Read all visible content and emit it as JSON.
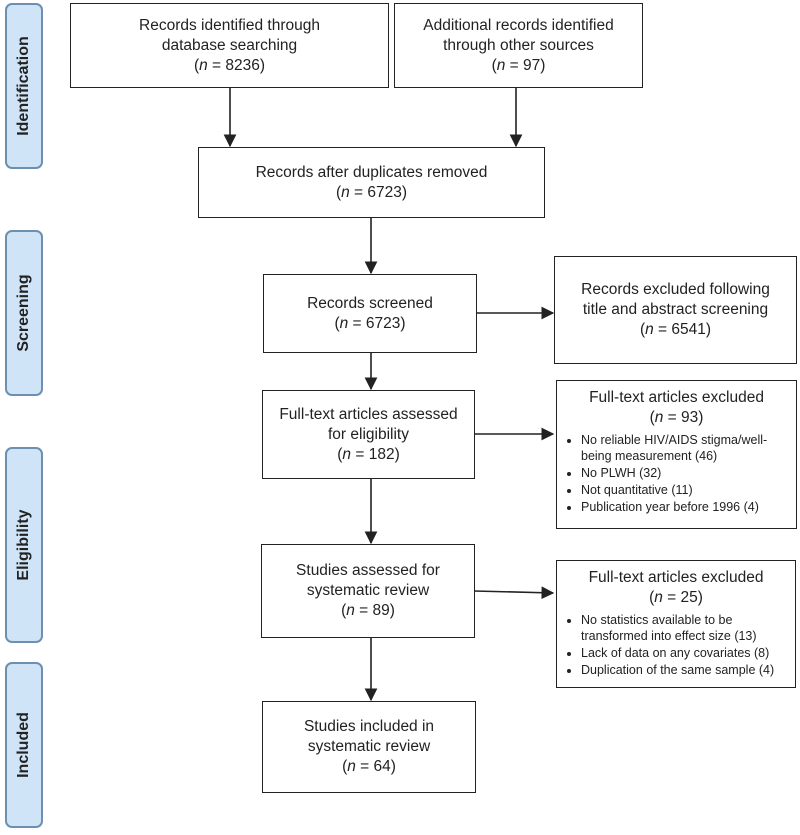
{
  "phases": [
    "Identification",
    "Screening",
    "Eligibility",
    "Included"
  ],
  "boxes": {
    "db_search": {
      "line1": "Records identified through",
      "line2": "database searching",
      "n": "n",
      "count": " = 8236)"
    },
    "other_sources": {
      "line1": "Additional records identified",
      "line2": "through other sources",
      "n": "n",
      "count": " = 97)"
    },
    "duplicates_removed": {
      "line1": "Records after duplicates removed",
      "n": "n",
      "count": " = 6723)"
    },
    "screened": {
      "line1": "Records screened",
      "n": "n",
      "count": " = 6723)"
    },
    "excluded_screening": {
      "line1": "Records excluded following",
      "line2": "title and abstract screening",
      "n": "n",
      "count": " = 6541)"
    },
    "fulltext_assessed": {
      "line1": "Full-text articles assessed",
      "line2": "for eligibility",
      "n": "n",
      "count": " = 182)"
    },
    "fulltext_excluded_1": {
      "title": "Full-text articles excluded",
      "n": "n",
      "count": " = 93)",
      "reasons": [
        "No reliable HIV/AIDS stigma/well-being measurement (46)",
        "No PLWH (32)",
        "Not quantitative (11)",
        "Publication year before 1996 (4)"
      ]
    },
    "studies_assessed": {
      "line1": "Studies assessed for",
      "line2": "systematic review",
      "n": "n",
      "count": " = 89)"
    },
    "fulltext_excluded_2": {
      "title": "Full-text articles excluded",
      "n": "n",
      "count": " = 25)",
      "reasons": [
        "No statistics available to be transformed into effect size (13)",
        "Lack of data on any covariates (8)",
        "Duplication of the same sample (4)"
      ]
    },
    "included": {
      "line1": "Studies included in",
      "line2": "systematic review",
      "n": "n",
      "count": " = 64)"
    }
  }
}
